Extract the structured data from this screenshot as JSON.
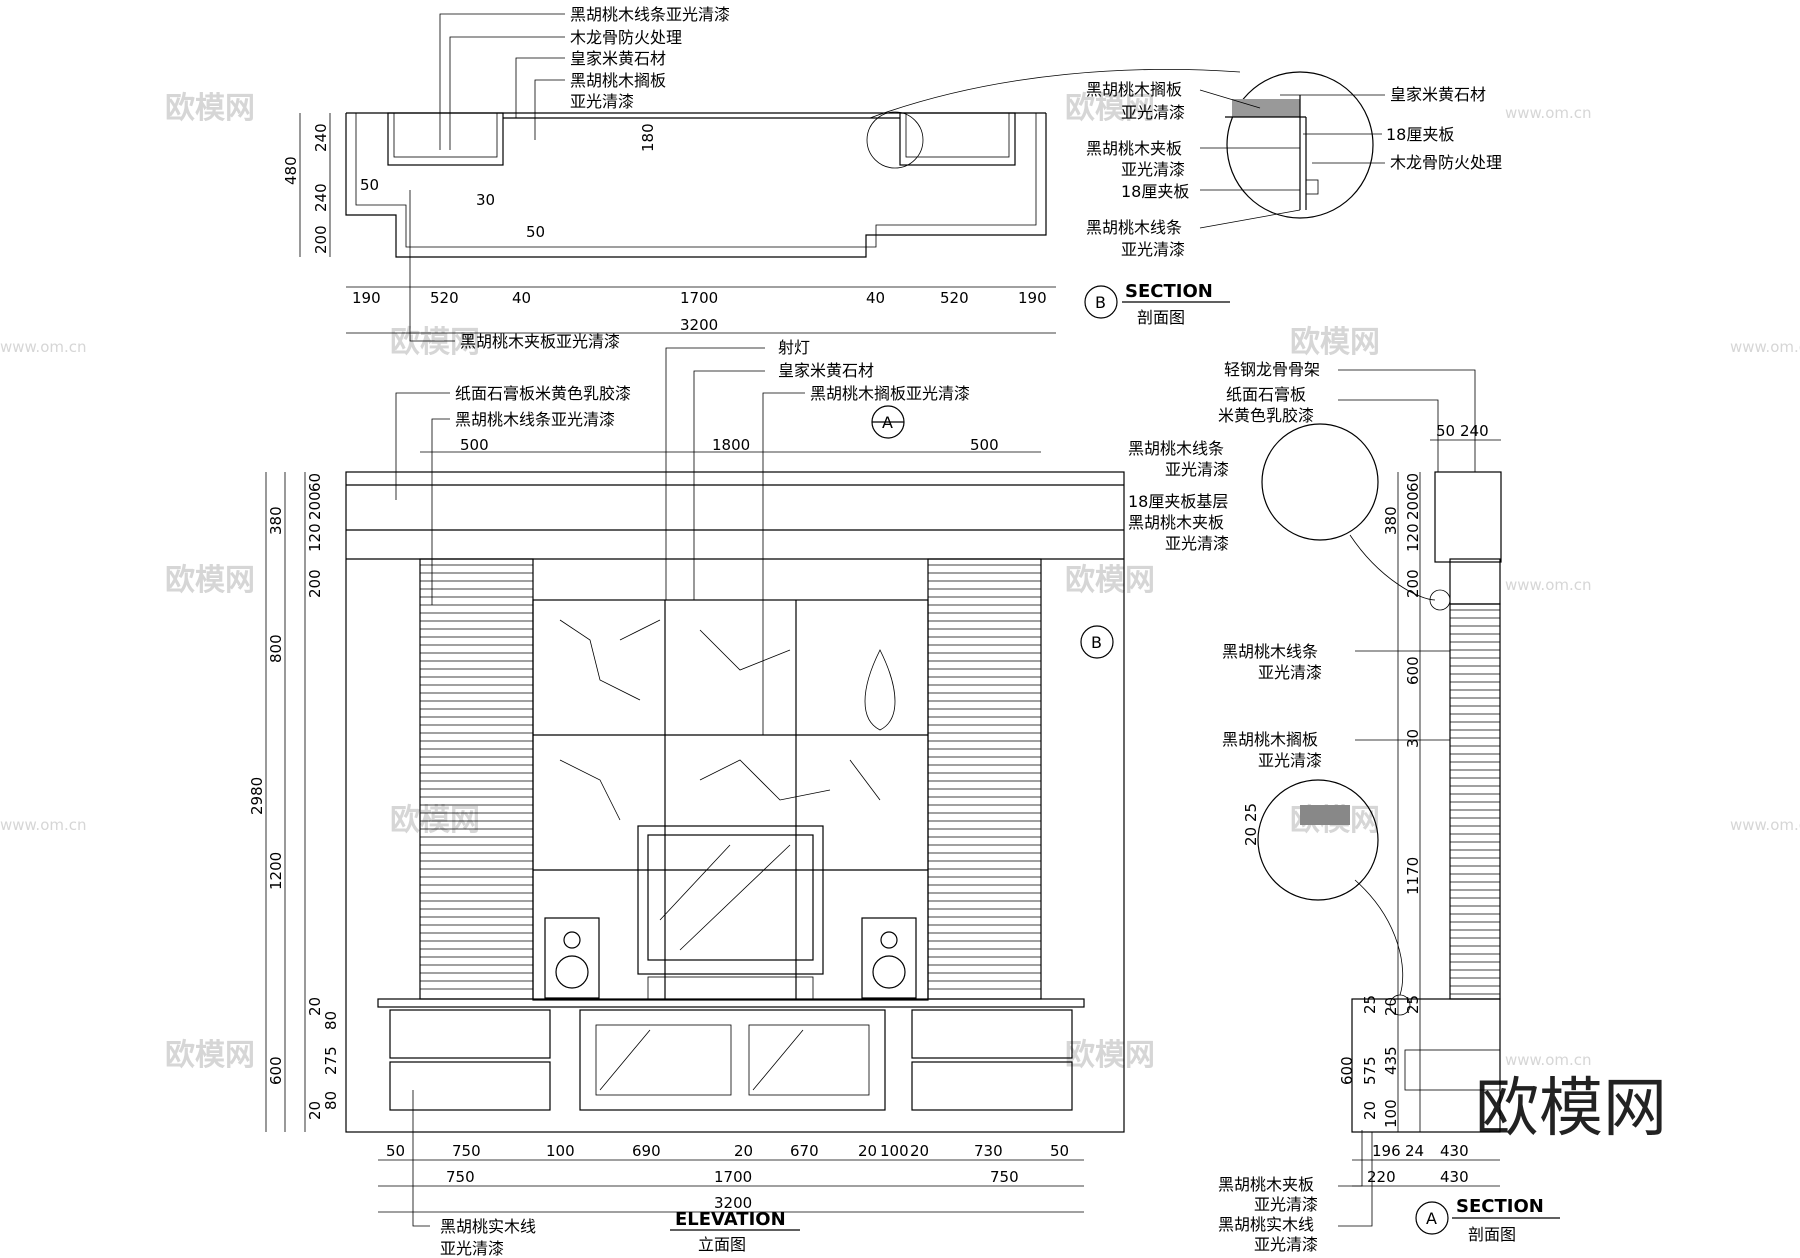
{
  "plan_section": {
    "dims_top": [
      "190",
      "520",
      "40",
      "1700",
      "40",
      "520",
      "190"
    ],
    "dim_total": "3200",
    "dims_left": [
      "480",
      "240",
      "240",
      "200"
    ],
    "small_dims": [
      "50",
      "30",
      "50",
      "180"
    ],
    "callouts": [
      "黑胡桃木线条亚光清漆",
      "木龙骨防火处理",
      "皇家米黄石材",
      "黑胡桃木搁板",
      "亚光清漆"
    ],
    "bottom_callout": "黑胡桃木夹板亚光清漆"
  },
  "section_b": {
    "marker": "B",
    "title_en": "SECTION",
    "title_cn": "剖面图",
    "left_labels": [
      "黑胡桃木搁板",
      "亚光清漆",
      "黑胡桃木夹板",
      "亚光清漆",
      "18厘夹板",
      "黑胡桃木线条",
      "亚光清漆"
    ],
    "right_labels": [
      "皇家米黄石材",
      "18厘夹板",
      "木龙骨防火处理"
    ]
  },
  "elevation": {
    "title_en": "ELEVATION",
    "title_cn": "立面图",
    "top_labels": [
      "射灯",
      "皇家米黄石材",
      "纸面石膏板米黄色乳胶漆",
      "黑胡桃木搁板亚光清漆",
      "黑胡桃木线条亚光清漆"
    ],
    "top_dims": [
      "500",
      "1800",
      "500"
    ],
    "left_dims_outer": [
      "2980",
      "600"
    ],
    "left_dims_mid": [
      "380",
      "800",
      "1200"
    ],
    "left_dims_inner": [
      "60",
      "200",
      "120",
      "200",
      "20",
      "80",
      "275",
      "80",
      "20"
    ],
    "bottom_dims_row1": [
      "50",
      "750",
      "100",
      "690",
      "20",
      "670",
      "20",
      "100",
      "20",
      "730",
      "50"
    ],
    "bottom_dims_row2": [
      "750",
      "1700",
      "750"
    ],
    "bottom_total": "3200",
    "bottom_labels": [
      "黑胡桃实木线",
      "亚光清漆"
    ],
    "marker_a": "A",
    "marker_b": "B"
  },
  "section_a": {
    "marker": "A",
    "title_en": "SECTION",
    "title_cn": "剖面图",
    "top_dims": [
      "50",
      "240"
    ],
    "left_dims": [
      "60",
      "200",
      "120",
      "200",
      "380",
      "600",
      "30",
      "1170",
      "20",
      "25",
      "25",
      "20",
      "25",
      "600",
      "575",
      "435",
      "20",
      "100"
    ],
    "bottom_dims": [
      "196",
      "24",
      "430",
      "220",
      "430"
    ],
    "labels": [
      "轻钢龙骨骨架",
      "纸面石膏板",
      "米黄色乳胶漆",
      "黑胡桃木线条",
      "亚光清漆",
      "18厘夹板基层",
      "黑胡桃木夹板",
      "亚光清漆",
      "黑胡桃木线条",
      "亚光清漆",
      "黑胡桃木搁板",
      "亚光清漆"
    ],
    "bottom_labels": [
      "黑胡桃木夹板",
      "亚光清漆",
      "黑胡桃实木线",
      "亚光清漆"
    ]
  },
  "watermark": {
    "text": "欧模网",
    "url": "www.om.cn",
    "logo": "欧模网"
  }
}
